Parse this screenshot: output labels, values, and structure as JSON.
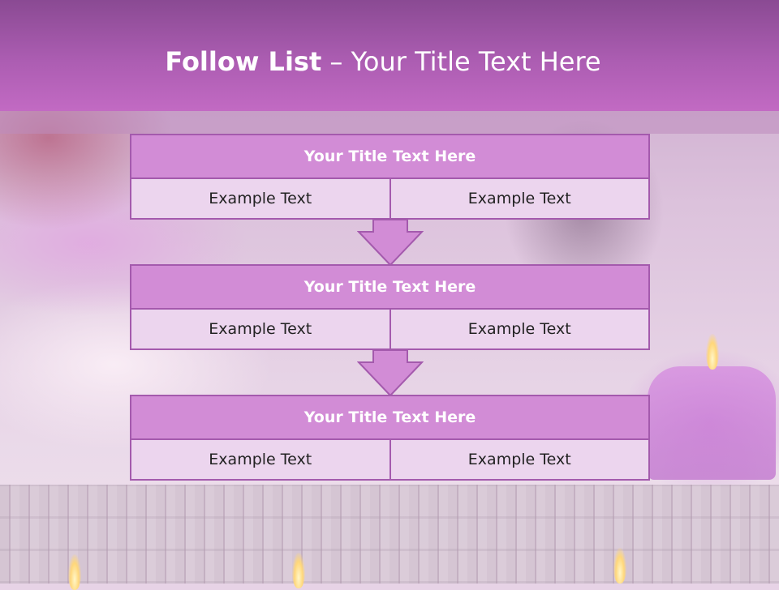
{
  "slide": {
    "title_bold": "Follow List",
    "title_rest": " – Your Title Text Here"
  },
  "steps": [
    {
      "title": "Your Title Text Here",
      "left": "Example Text",
      "right": "Example Text"
    },
    {
      "title": "Your Title Text Here",
      "left": "Example Text",
      "right": "Example Text"
    },
    {
      "title": "Your Title Text Here",
      "left": "Example Text",
      "right": "Example Text"
    }
  ],
  "colors": {
    "header": "#b062b6",
    "title_fill": "#d28cd6",
    "cell_fill": "#ecd5ee",
    "border": "#a45aad",
    "arrow": "#d28cd6"
  },
  "icons": [
    "down-arrow-icon"
  ]
}
